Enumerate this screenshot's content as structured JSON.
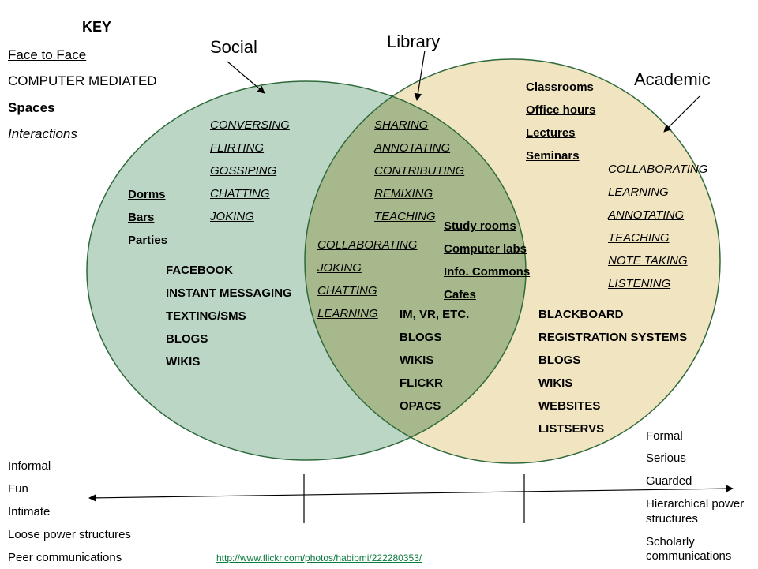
{
  "key": {
    "title": "KEY",
    "face_to_face": "Face to Face",
    "computer_mediated": "COMPUTER MEDIATED",
    "spaces": "Spaces",
    "interactions": "Interactions"
  },
  "titles": {
    "social": "Social",
    "library": "Library",
    "academic": "Academic"
  },
  "colors": {
    "social_fill": "#bcd6c6",
    "academic_fill": "#f1e4c0",
    "overlap_fill": "#a6b88c",
    "circle_stroke": "#2e6a3c",
    "link": "#0b7a3f"
  },
  "social": {
    "interactions": [
      "CONVERSING",
      "FLIRTING",
      "GOSSIPING",
      "CHATTING",
      "JOKING"
    ],
    "spaces": [
      "Dorms",
      "Bars",
      "Parties"
    ],
    "mediated": [
      "FACEBOOK",
      "INSTANT MESSAGING",
      "TEXTING/SMS",
      "BLOGS",
      "WIKIS"
    ]
  },
  "library": {
    "interactions_top": [
      "SHARING",
      "ANNOTATING",
      "CONTRIBUTING",
      "REMIXING",
      "TEACHING"
    ],
    "interactions_left": [
      "COLLABORATING",
      "JOKING",
      "CHATTING",
      "LEARNING"
    ],
    "spaces": [
      "Study rooms",
      "Computer labs",
      "Info. Commons",
      "Cafes"
    ],
    "mediated": [
      "IM, VR, ETC.",
      "BLOGS",
      "WIKIS",
      "FLICKR",
      "OPACS"
    ]
  },
  "academic": {
    "spaces": [
      "Classrooms",
      "Office hours",
      "Lectures",
      "Seminars"
    ],
    "interactions": [
      "COLLABORATING",
      "LEARNING",
      "ANNOTATING",
      "TEACHING",
      "NOTE TAKING",
      "LISTENING"
    ],
    "mediated": [
      "BLACKBOARD",
      "REGISTRATION SYSTEMS",
      "BLOGS",
      "WIKIS",
      "WEBSITES",
      "LISTSERVS"
    ]
  },
  "scale": {
    "left": [
      "Informal",
      "Fun",
      "Intimate",
      "Loose power structures",
      "Peer communications"
    ],
    "right": [
      {
        "line1": "Formal",
        "line2": ""
      },
      {
        "line1": "Serious",
        "line2": ""
      },
      {
        "line1": "Guarded",
        "line2": ""
      },
      {
        "line1": "Hierarchical power",
        "line2": "structures"
      },
      {
        "line1": "Scholarly",
        "line2": "communications"
      }
    ]
  },
  "source_link": "http://www.flickr.com/photos/habibmi/222280353/"
}
